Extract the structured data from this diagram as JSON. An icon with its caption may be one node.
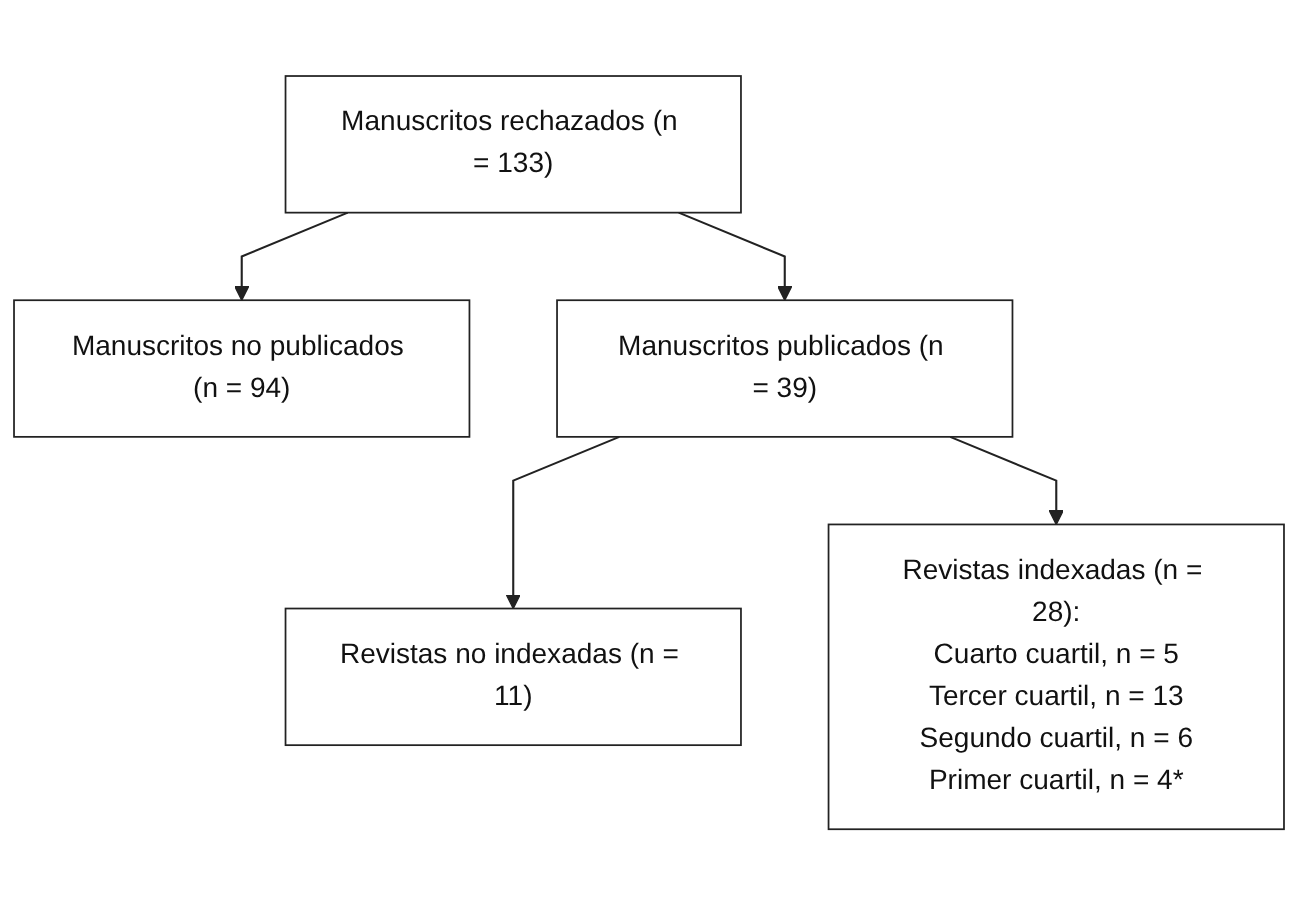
{
  "diagram": {
    "nodes": [
      {
        "text": [
          "Manuscritos rechazados (n = 133)"
        ]
      },
      {
        "text": [
          "Manuscritos no publicados (n = 94)"
        ]
      },
      {
        "text": [
          "Manuscritos publicados (n = 39)"
        ]
      },
      {
        "text": [
          "Revistas no indexadas (n = 11)"
        ]
      },
      {
        "text": [
          "Revistas indexadas (n = 28):",
          "Cuarto cuartil, n = 5",
          "Tercer cuartil, n = 13",
          "Segundo cuartil, n = 6",
          "Primer cuartil, n = 4*"
        ]
      }
    ],
    "edges": [
      {
        "from": 0,
        "to": 1,
        "arrow": "to"
      },
      {
        "from": 0,
        "to": 2,
        "arrow": "to"
      },
      {
        "from": 2,
        "to": 3,
        "arrow": "to"
      },
      {
        "from": 2,
        "to": 4,
        "arrow": "to"
      }
    ]
  }
}
